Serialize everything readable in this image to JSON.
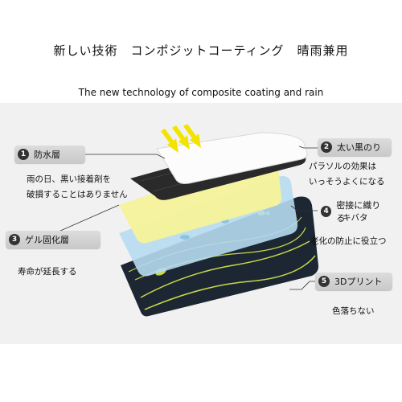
{
  "header": {
    "title_jp": "新しい技術　コンポジットコーティング　晴雨兼用",
    "title_en": "The new technology of composite coating and rain"
  },
  "features": [
    {
      "num": "1",
      "label": "防水層",
      "desc_lines": [
        "雨の日、黒い接着剤を",
        "破損することはありません"
      ]
    },
    {
      "num": "2",
      "label": "太い黒のり",
      "desc_lines": [
        "パラソルの効果は",
        "いっそうよくになる"
      ]
    },
    {
      "num": "3",
      "label": "ゲル固化層",
      "desc_lines": [
        "寿命が延長する"
      ]
    },
    {
      "num": "4",
      "label": "密接に織りる",
      "desc_lines": [
        "キバタ",
        "老化の防止に役立つ"
      ]
    },
    {
      "num": "5",
      "label": "3Dプリント",
      "desc_lines": [
        "色落ちない"
      ]
    }
  ],
  "colors": {
    "background": "#f1f1f1",
    "black_layer": "#2a2a2a",
    "yellow_layer": "#f4f29a",
    "blue_layer": "#b7dcef",
    "navy_layer": "#1c2733",
    "arrow": "#f2e400",
    "badge": "#333333"
  },
  "icons": [
    "sun-arrows-icon",
    "fish-icon",
    "leaf-icon"
  ]
}
